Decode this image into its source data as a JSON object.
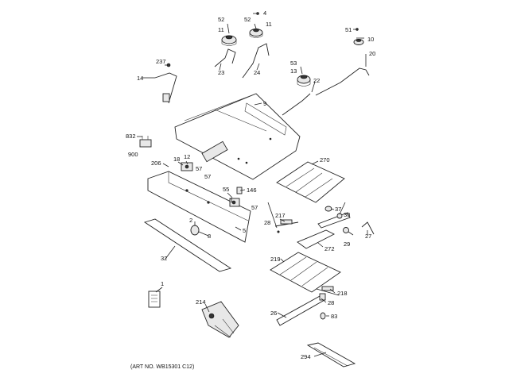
{
  "diagram": {
    "labels": [
      "4",
      "52",
      "11",
      "52",
      "11",
      "51",
      "10",
      "20",
      "237",
      "23",
      "24",
      "53",
      "13",
      "22",
      "14",
      "9",
      "832",
      "900",
      "206",
      "18",
      "12",
      "57",
      "57",
      "270",
      "55",
      "146",
      "57",
      "1",
      "217",
      "37",
      "28",
      "30",
      "29",
      "27",
      "272",
      "2",
      "8",
      "5",
      "32",
      "219",
      "1",
      "218",
      "28",
      "214",
      "26",
      "83",
      "294"
    ],
    "art_number": "(ART NO. WB15301 C12)"
  }
}
